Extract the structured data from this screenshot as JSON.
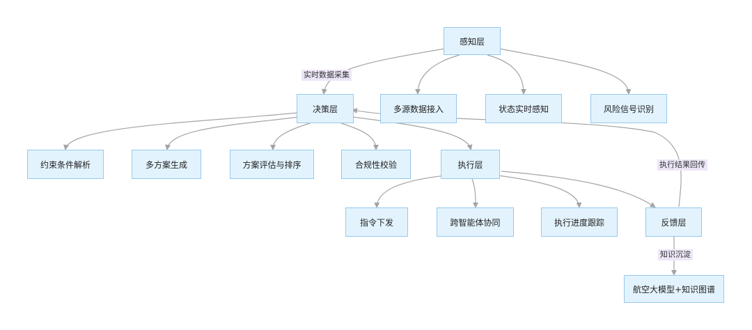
{
  "nodes": {
    "perception": "感知层",
    "decision": "决策层",
    "multi_source": "多源数据接入",
    "status_sense": "状态实时感知",
    "risk_signal": "风险信号识别",
    "constraint_parse": "约束条件解析",
    "multi_plan": "多方案生成",
    "plan_rank": "方案评估与排序",
    "compliance": "合规性校验",
    "execution": "执行层",
    "command_issue": "指令下发",
    "cross_agent": "跨智能体协同",
    "progress_track": "执行进度跟踪",
    "feedback": "反馈层",
    "aviation_model": "航空大模型+知识图谱"
  },
  "edge_labels": {
    "realtime_collect": "实时数据采集",
    "result_return": "执行结果回传",
    "knowledge": "知识沉淀"
  },
  "colors": {
    "node_fill": "#e3f3fd",
    "node_border": "#93c8ee",
    "edge": "#a3a3a3",
    "label_fill": "#ede6f7"
  }
}
